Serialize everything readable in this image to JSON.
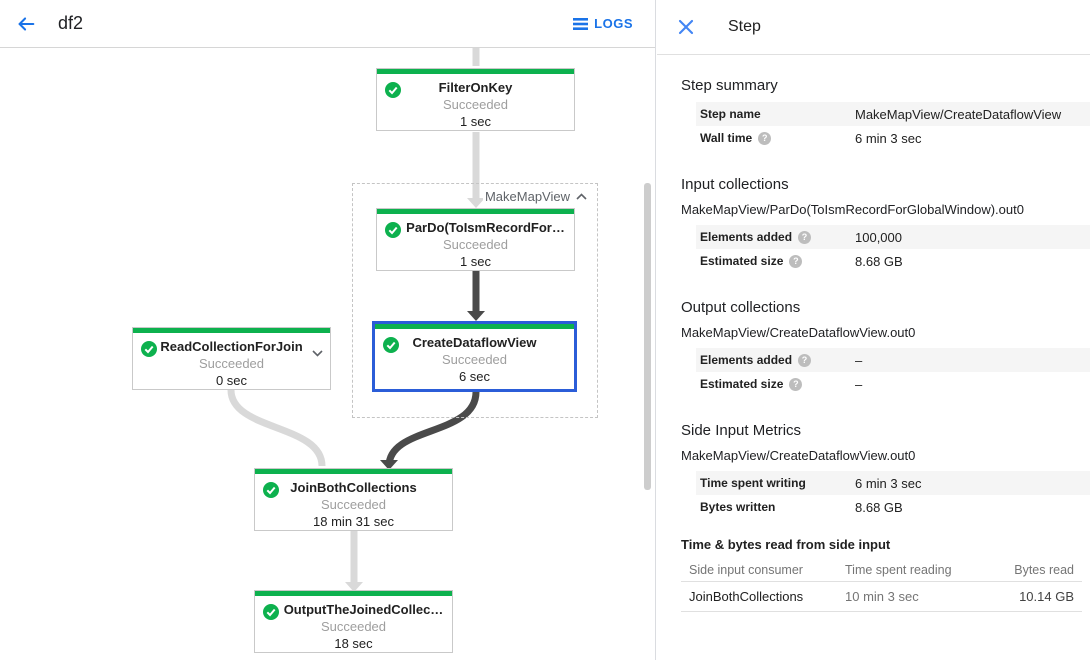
{
  "header": {
    "title": "df2",
    "logs_label": "LOGS"
  },
  "panel": {
    "title": "Step",
    "help_glyph": "?",
    "step_summary": {
      "heading": "Step summary",
      "rows": [
        {
          "label": "Step name",
          "value": "MakeMapView/CreateDataflowView"
        },
        {
          "label": "Wall time",
          "value": "6 min 3 sec"
        }
      ]
    },
    "input_collections": {
      "heading": "Input collections",
      "collection": "MakeMapView/ParDo(ToIsmRecordForGlobalWindow).out0",
      "rows": [
        {
          "label": "Elements added",
          "value": "100,000"
        },
        {
          "label": "Estimated size",
          "value": "8.68 GB"
        }
      ]
    },
    "output_collections": {
      "heading": "Output collections",
      "collection": "MakeMapView/CreateDataflowView.out0",
      "rows": [
        {
          "label": "Elements added",
          "value": "–"
        },
        {
          "label": "Estimated size",
          "value": "–"
        }
      ]
    },
    "side_input_metrics": {
      "heading": "Side Input Metrics",
      "collection": "MakeMapView/CreateDataflowView.out0",
      "rows": [
        {
          "label": "Time spent writing",
          "value": "6 min 3 sec"
        },
        {
          "label": "Bytes written",
          "value": "8.68 GB"
        }
      ],
      "table": {
        "heading": "Time & bytes read from side input",
        "columns": [
          "Side input consumer",
          "Time spent reading",
          "Bytes read"
        ],
        "rows": [
          [
            "JoinBothCollections",
            "10 min 3 sec",
            "10.14 GB"
          ]
        ]
      }
    }
  },
  "graph": {
    "group_label": "MakeMapView",
    "nodes": [
      {
        "title": "FilterOnKey",
        "status": "Succeeded",
        "time": "1 sec"
      },
      {
        "title": "ParDo(ToIsmRecordFor…",
        "status": "Succeeded",
        "time": "1 sec"
      },
      {
        "title": "CreateDataflowView",
        "status": "Succeeded",
        "time": "6 sec"
      },
      {
        "title": "ReadCollectionForJoin",
        "status": "Succeeded",
        "time": "0 sec"
      },
      {
        "title": "JoinBothCollections",
        "status": "Succeeded",
        "time": "18 min 31 sec"
      },
      {
        "title": "OutputTheJoinedCollec…",
        "status": "Succeeded",
        "time": "18 sec"
      }
    ]
  },
  "colors": {
    "succeeded_green": "#0db14e",
    "accent_blue": "#1a73e8",
    "selection_blue": "#2b5dd8",
    "edge_light": "#d9d9d9",
    "edge_dark": "#4a4a4a"
  }
}
